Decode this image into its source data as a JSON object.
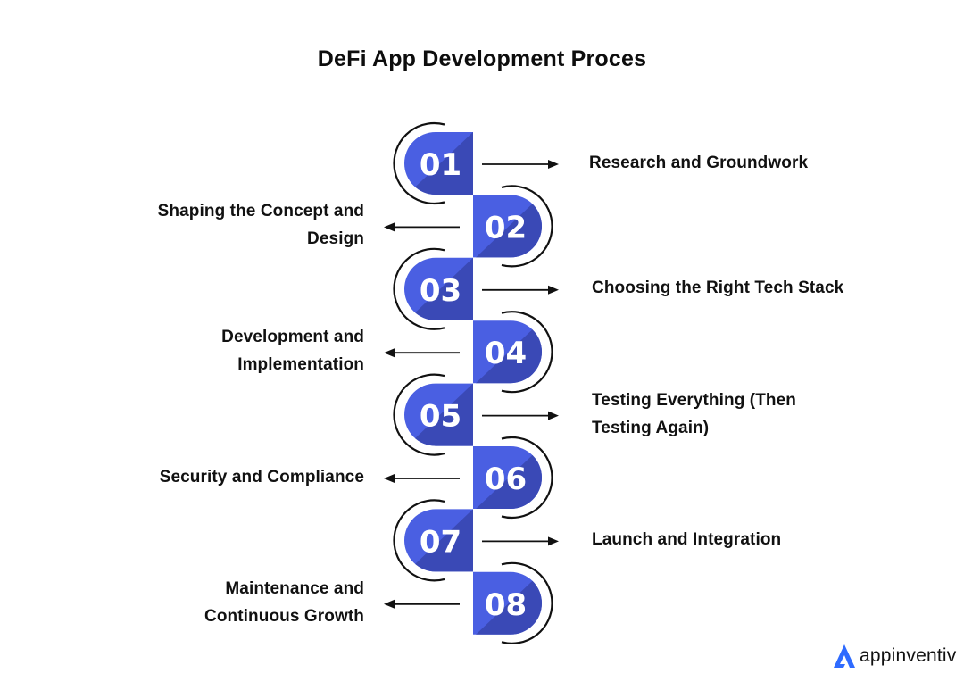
{
  "title": "DeFi App Development Proces",
  "colors": {
    "step_light": "#4a5fe2",
    "step_dark": "#3a49b6",
    "arc": "#111111",
    "arrow": "#111111",
    "brand": "#2f6bff"
  },
  "steps": [
    {
      "number": "01",
      "label_lines": [
        "Research and Groundwork"
      ],
      "side": "right"
    },
    {
      "number": "02",
      "label_lines": [
        "Shaping the Concept and",
        "Design"
      ],
      "side": "left"
    },
    {
      "number": "03",
      "label_lines": [
        "Choosing the Right Tech Stack"
      ],
      "side": "right"
    },
    {
      "number": "04",
      "label_lines": [
        "Development and",
        "Implementation"
      ],
      "side": "left"
    },
    {
      "number": "05",
      "label_lines": [
        "Testing Everything (Then",
        "Testing Again)"
      ],
      "side": "right"
    },
    {
      "number": "06",
      "label_lines": [
        "Security and Compliance"
      ],
      "side": "left"
    },
    {
      "number": "07",
      "label_lines": [
        "Launch and Integration"
      ],
      "side": "right"
    },
    {
      "number": "08",
      "label_lines": [
        "Maintenance and",
        "Continuous Growth"
      ],
      "side": "left"
    }
  ],
  "brand": {
    "name": "appinventiv",
    "icon": "appinventiv-logo-icon"
  }
}
